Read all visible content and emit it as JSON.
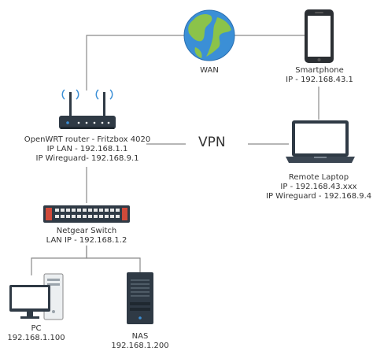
{
  "wan": {
    "label": "WAN"
  },
  "vpn": {
    "label": "VPN"
  },
  "smartphone": {
    "name": "Smartphone",
    "ip": "IP - 192.168.43.1"
  },
  "router": {
    "name": "OpenWRT router - Fritzbox 4020",
    "ip_lan": "IP LAN - 192.168.1.1",
    "ip_wireguard": "IP Wireguard- 192.168.9.1"
  },
  "laptop": {
    "name": "Remote Laptop",
    "ip": "IP - 192.168.43.xxx",
    "ip_wireguard": "IP Wireguard - 192.168.9.4"
  },
  "switch": {
    "name": "Netgear Switch",
    "ip": "LAN IP - 192.168.1.2"
  },
  "pc": {
    "name": "PC",
    "ip": "192.168.1.100"
  },
  "nas": {
    "name": "NAS",
    "ip": "192.168.1.200"
  },
  "colors": {
    "connector": "#8a8a8a",
    "device_dark": "#2f3a45",
    "globe_ocean": "#3b8fd6",
    "globe_land": "#8bc34a"
  }
}
